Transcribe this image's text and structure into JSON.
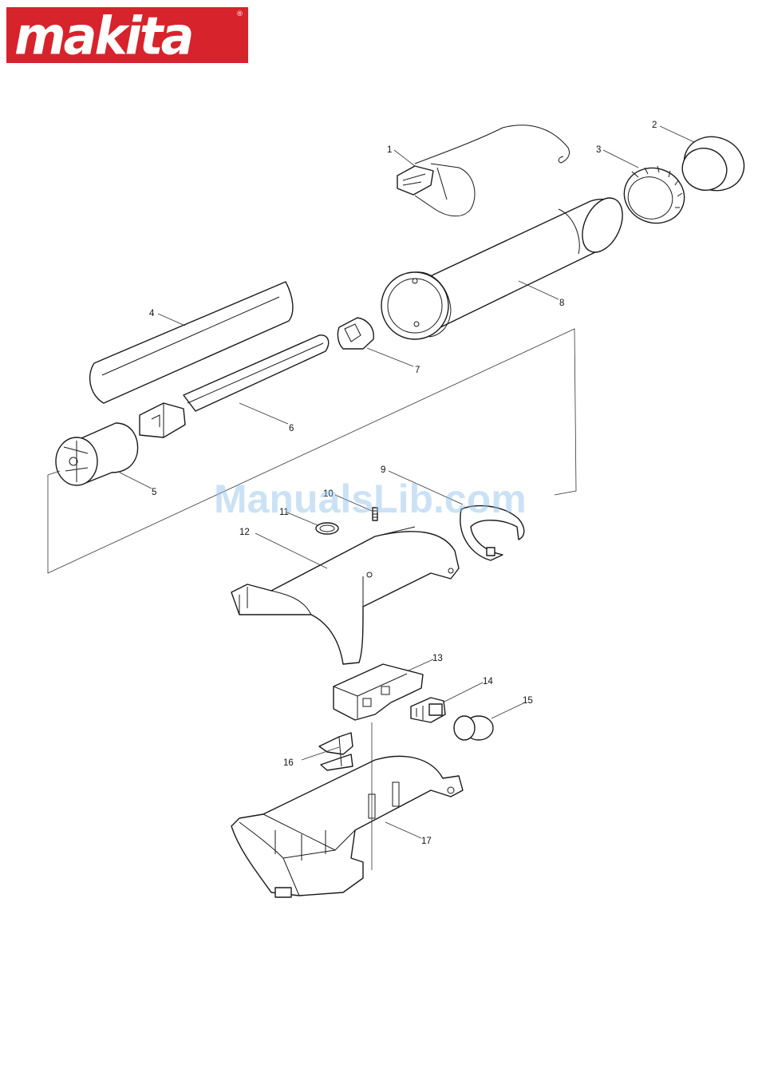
{
  "brand": {
    "name": "makita",
    "registered_mark": "®",
    "colors": {
      "logo_background": "#d7232c",
      "logo_text": "#ffffff"
    }
  },
  "watermark": {
    "text": "ManualsLib.com",
    "color": "#8cbeeb"
  },
  "callouts": [
    "1",
    "2",
    "3",
    "4",
    "5",
    "6",
    "7",
    "8",
    "9",
    "10",
    "11",
    "12",
    "13",
    "14",
    "15",
    "16",
    "17"
  ]
}
